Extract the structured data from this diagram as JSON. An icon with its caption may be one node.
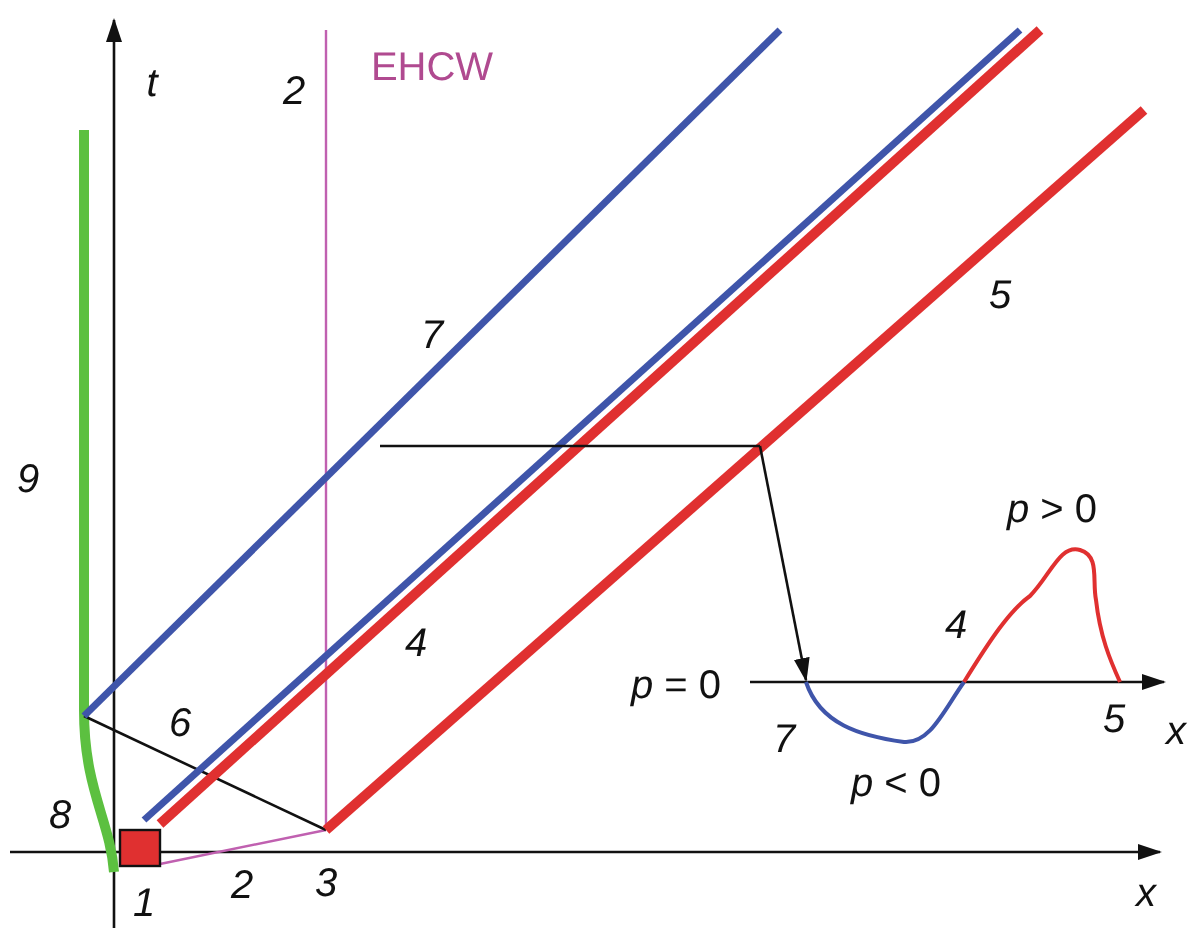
{
  "diagram": {
    "labels": [
      "t",
      "2",
      "EHCW",
      "7",
      "5",
      "9",
      "4",
      "4",
      "*p* > 0",
      "*p* = 0",
      "6",
      "7",
      "*p* < 0",
      "5",
      "x",
      "8",
      "1",
      "2",
      "3",
      "x"
    ]
  }
}
